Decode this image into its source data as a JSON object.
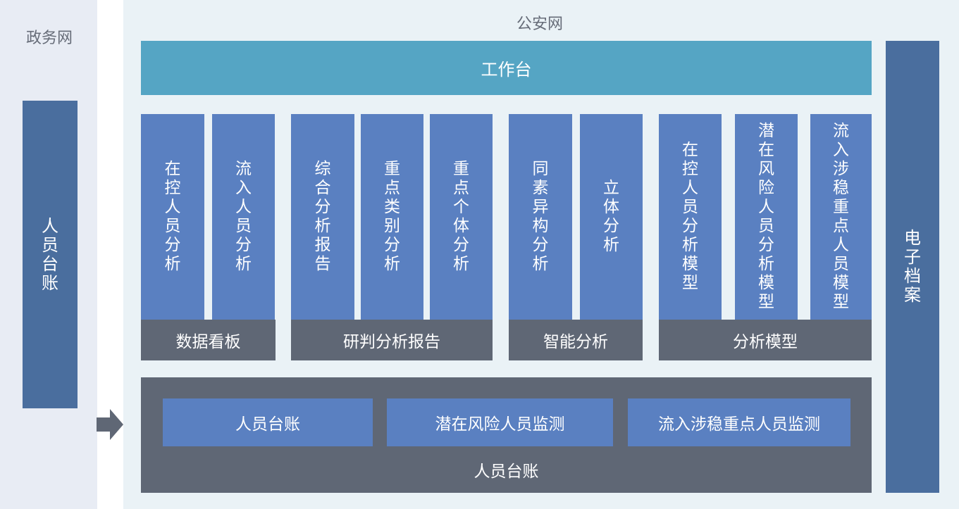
{
  "zones": {
    "left": "政务网",
    "right": "公安网"
  },
  "left_bar": "人员台账",
  "workbench": "工作台",
  "archive": "电子档案",
  "groups": [
    {
      "label": "数据看板",
      "items": [
        "在控人员分析",
        "流入人员分析"
      ]
    },
    {
      "label": "研判分析报告",
      "items": [
        "综合分析报告",
        "重点类别分析",
        "重点个体分析"
      ]
    },
    {
      "label": "智能分析",
      "items": [
        "同素异构分析",
        "立体分析"
      ]
    },
    {
      "label": "分析模型",
      "items": [
        "在控人员分析模型",
        "潜在风险人员分析模型",
        "流入涉稳重点人员模型"
      ]
    }
  ],
  "ledger": {
    "label": "人员台账",
    "items": [
      "人员台账",
      "潜在风险人员监测",
      "流入涉稳重点人员监测"
    ]
  },
  "colors": {
    "left_bg": "#e8ecf4",
    "right_bg": "#eaf2f6",
    "workbench": "#55a5c4",
    "module": "#5a80c1",
    "group_label": "#5f6775",
    "side_bar": "#4a6e9e"
  }
}
